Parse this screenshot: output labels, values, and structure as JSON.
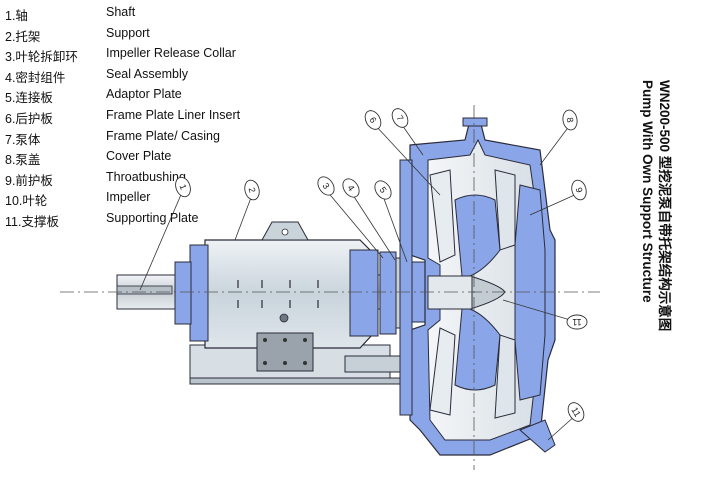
{
  "title": {
    "line1": "WN200-500 型挖泥泵自带托架结构示意图",
    "line2": "Pump With Own Support Structure"
  },
  "legend": [
    {
      "num": "1.轴",
      "en": "Shaft"
    },
    {
      "num": "2.托架",
      "en": "Support"
    },
    {
      "num": "3.叶轮拆卸环",
      "en": "Impeller Release Collar"
    },
    {
      "num": "4.密封组件",
      "en": "Seal Assembly"
    },
    {
      "num": "5.连接板",
      "en": "Adaptor Plate"
    },
    {
      "num": "6.后护板",
      "en": "Frame Plate Liner Insert"
    },
    {
      "num": "7.泵体",
      "en": "Frame Plate/ Casing"
    },
    {
      "num": "8.泵盖",
      "en": "Cover Plate"
    },
    {
      "num": "9.前护板",
      "en": "Throatbushing"
    },
    {
      "num": "10.叶轮",
      "en": "Impeller"
    },
    {
      "num": "11.支撑板",
      "en": "Supporting Plate"
    }
  ],
  "callouts": [
    "1",
    "2",
    "3",
    "4",
    "5",
    "6",
    "7",
    "8",
    "9",
    "11",
    "11"
  ],
  "colors": {
    "support": "#d3dde4",
    "metal": "#8aa6e8",
    "liner": "#e9eef2",
    "outline": "#2b2b3a"
  }
}
